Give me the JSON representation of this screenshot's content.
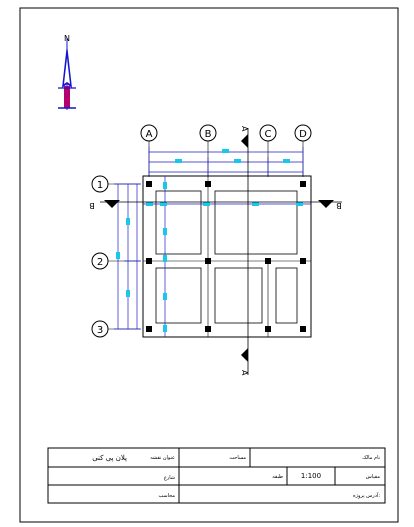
{
  "north": {
    "symbol": "N"
  },
  "grid": {
    "columns": [
      "A",
      "B",
      "C",
      "D"
    ],
    "rows": [
      "1",
      "2",
      "3"
    ]
  },
  "section": {
    "a_label": "A",
    "b_label": "B"
  },
  "title_block": {
    "plan_title": "پلان پی کنی",
    "drawing_title_label": "عنوان نقشه",
    "area_label": "مساحت",
    "owner_name_label": "نام مالک",
    "scale_label": "مقیاس",
    "scale_value": "1:100",
    "floor_label": "طبقه",
    "street_label": "شارع",
    "address_label": "آدرس پروژه:",
    "calc_label": "محاسب"
  },
  "colors": {
    "line": "#000000",
    "dimension": "#1e1ec8",
    "dimension_tag": "#18c8e8",
    "north_arrow": "#1414d2",
    "north_stem": "#b4006e"
  }
}
